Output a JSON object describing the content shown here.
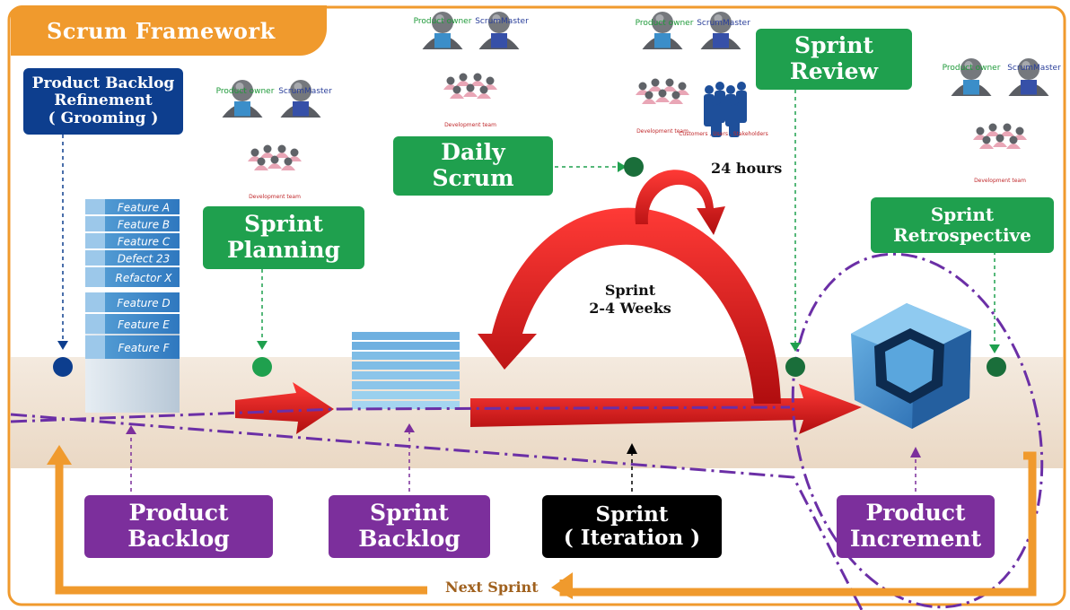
{
  "title": "Scrum Framework",
  "labels": {
    "backlog_refinement": [
      "Product Backlog",
      "Refinement",
      "( Grooming )"
    ],
    "sprint_planning": [
      "Sprint",
      "Planning"
    ],
    "daily_scrum": [
      "Daily",
      "Scrum"
    ],
    "sprint_review": [
      "Sprint",
      "Review"
    ],
    "sprint_retrospective": [
      "Sprint",
      "Retrospective"
    ],
    "product_backlog": [
      "Product",
      "Backlog"
    ],
    "sprint_backlog": [
      "Sprint",
      "Backlog"
    ],
    "sprint_iteration": [
      "Sprint",
      "( Iteration )"
    ],
    "product_increment": [
      "Product",
      "Increment"
    ]
  },
  "annotations": {
    "hours": "24 hours",
    "sprint_length": [
      "Sprint",
      "2-4 Weeks"
    ],
    "next_sprint": "Next Sprint"
  },
  "roles": {
    "product_owner": "Product owner",
    "scrum_master": "ScrumMaster",
    "development_team": "Development team",
    "stakeholders": "Customers , Users , Stakeholders"
  },
  "backlog_items": [
    "Feature A",
    "Feature B",
    "Feature C",
    "Defect 23",
    "Refactor X",
    "Feature D",
    "Feature E",
    "Feature F"
  ],
  "colors": {
    "orange": "#f09a2d",
    "green": "#1fa04e",
    "purple": "#7c2f9c",
    "navy": "#0d3e8e",
    "red": "#e0191b",
    "band": "#efe2d2"
  }
}
